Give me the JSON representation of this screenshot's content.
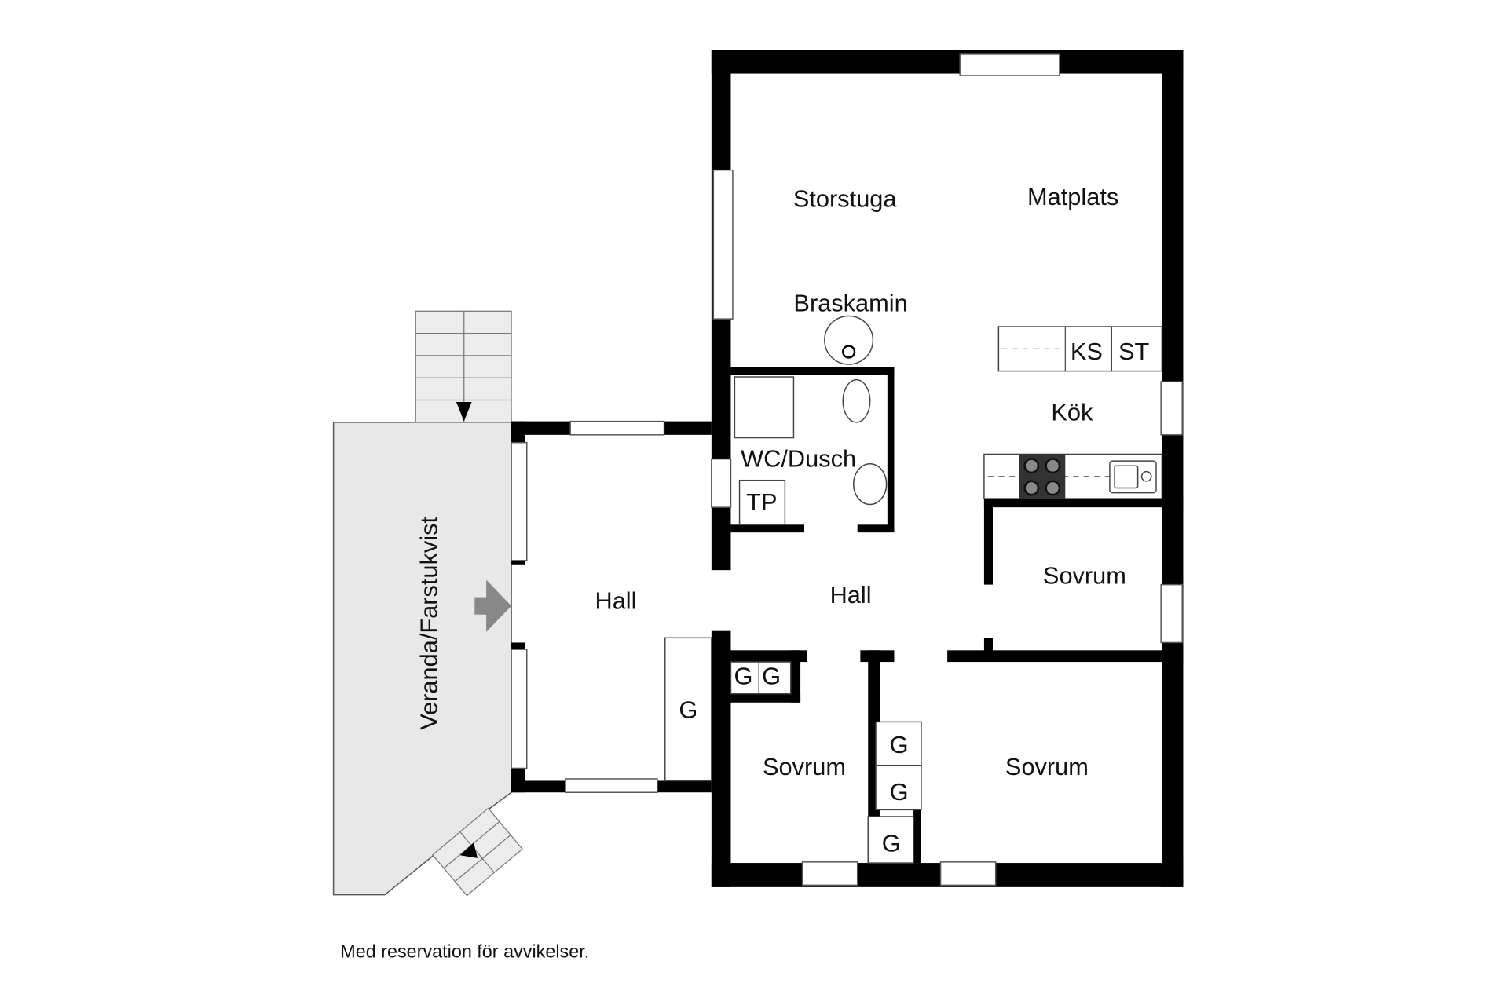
{
  "rooms": {
    "storstuga": "Storstuga",
    "matplats": "Matplats",
    "braskamin": "Braskamin",
    "kok": "Kök",
    "wc": "WC/Dusch",
    "hall_left": "Hall",
    "hall_center": "Hall",
    "sovrum_right": "Sovrum",
    "sovrum_left": "Sovrum",
    "sovrum_bottom": "Sovrum",
    "veranda": "Veranda/Farstukvist"
  },
  "fixtures": {
    "ks": "KS",
    "st": "ST",
    "tp": "TP",
    "g": "G"
  },
  "footer": "Med reservation för avvikelser.",
  "colors": {
    "wall": "#000000",
    "veranda": "#e8e8e8",
    "arrow": "#888888"
  }
}
